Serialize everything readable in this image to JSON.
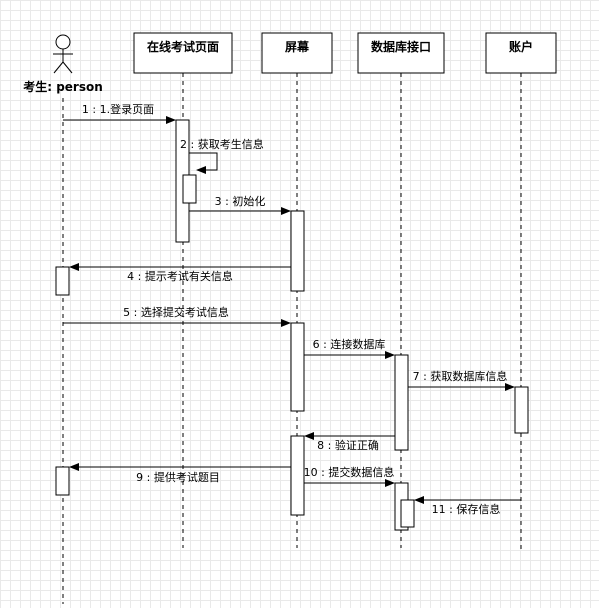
{
  "actor": {
    "label": "考生: person"
  },
  "lifelines": [
    {
      "key": "page",
      "label": "在线考试页面"
    },
    {
      "key": "screen",
      "label": "屏幕"
    },
    {
      "key": "db",
      "label": "数据库接口"
    },
    {
      "key": "account",
      "label": "账户"
    }
  ],
  "messages": [
    {
      "key": "m1",
      "label": "1 : 1.登录页面"
    },
    {
      "key": "m2",
      "label": "2 : 获取考生信息"
    },
    {
      "key": "m3",
      "label": "3 : 初始化"
    },
    {
      "key": "m4",
      "label": "4 : 提示考试有关信息"
    },
    {
      "key": "m5",
      "label": "5 : 选择提交考试信息"
    },
    {
      "key": "m6",
      "label": "6 : 连接数据库"
    },
    {
      "key": "m7",
      "label": "7 : 获取数据库信息"
    },
    {
      "key": "m8",
      "label": "8 : 验证正确"
    },
    {
      "key": "m9",
      "label": "9 : 提供考试题目"
    },
    {
      "key": "m10",
      "label": "10 : 提交数据信息"
    },
    {
      "key": "m11",
      "label": "11 : 保存信息"
    }
  ],
  "colors": {
    "line": "#000000",
    "box_fill": "#ffffff",
    "activation_fill": "#ffffff",
    "grid": "#e9e9e9"
  }
}
